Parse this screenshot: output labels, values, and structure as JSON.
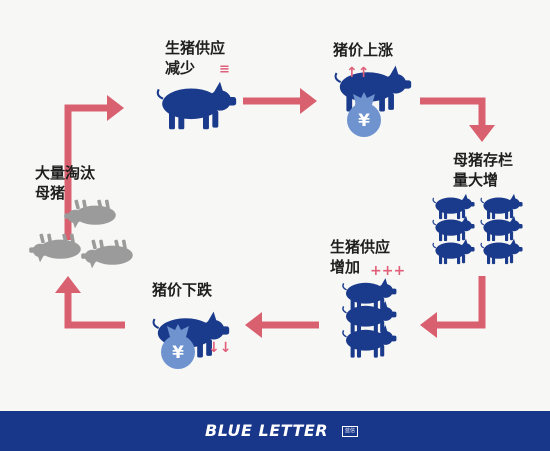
{
  "nodes": [
    {
      "id": "supply-decrease",
      "lines": [
        "生猪供应",
        "减少"
      ],
      "marker": "≡"
    },
    {
      "id": "price-up",
      "lines": [
        "猪价上涨"
      ],
      "marker": "↑↑",
      "money_symbol": "¥"
    },
    {
      "id": "sow-stock-up",
      "lines": [
        "母猪存栏",
        "量大增"
      ]
    },
    {
      "id": "supply-increase",
      "lines": [
        "生猪供应",
        "增加"
      ],
      "marker": "+++"
    },
    {
      "id": "price-down",
      "lines": [
        "猪价下跌"
      ],
      "marker": "↓↓",
      "money_symbol": "¥"
    },
    {
      "id": "sow-cull",
      "lines": [
        "大量淘汰",
        "母猪"
      ]
    }
  ],
  "footer": {
    "brand": "BLUE LETTER",
    "tag": "蓝信"
  },
  "colors": {
    "pig": "#1a3a8c",
    "pig_gray": "#9b9b9b",
    "arrow": "#d9606f",
    "money_bag": "#6f93cf",
    "marker_red": "#e0607a",
    "footer_bg": "#18368a"
  },
  "icons": [
    "pig-icon",
    "money-bag-icon",
    "arrow-icon"
  ]
}
